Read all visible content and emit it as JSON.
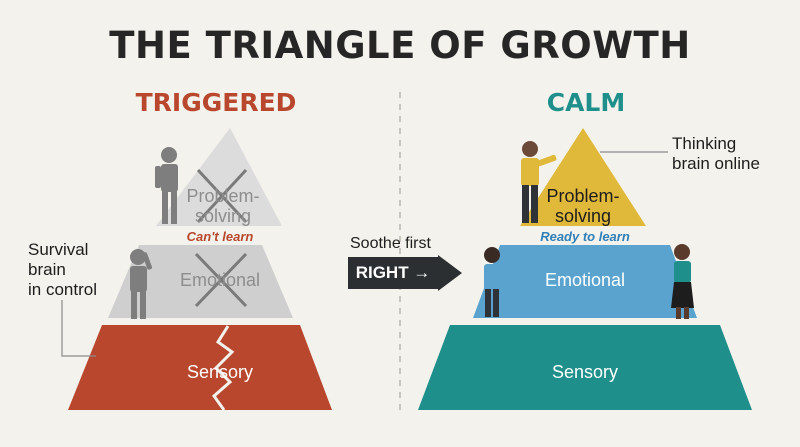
{
  "title": "THE TRIANGLE OF GROWTH",
  "left": {
    "heading": "TRIGGERED",
    "levels": {
      "top": "Problem-\nsolving",
      "middle": "Emotional",
      "bottom": "Sensory"
    },
    "note": "Can't learn",
    "side_label": "Survival\nbrain\nin control"
  },
  "right": {
    "heading": "CALM",
    "levels": {
      "top": "Problem-\nsolving",
      "middle": "Emotional",
      "bottom": "Sensory"
    },
    "note": "Ready to learn",
    "side_label": "Thinking\nbrain online"
  },
  "transition": {
    "text": "Soothe first",
    "button": "RIGHT →"
  },
  "colors": {
    "triggered": "#b8472d",
    "calm": "#1f8f8c",
    "emotional_calm": "#5aa3cf",
    "problem_calm": "#e0b83a",
    "grey_top": "#d9d9d9",
    "grey_mid": "#c8c8c8"
  }
}
